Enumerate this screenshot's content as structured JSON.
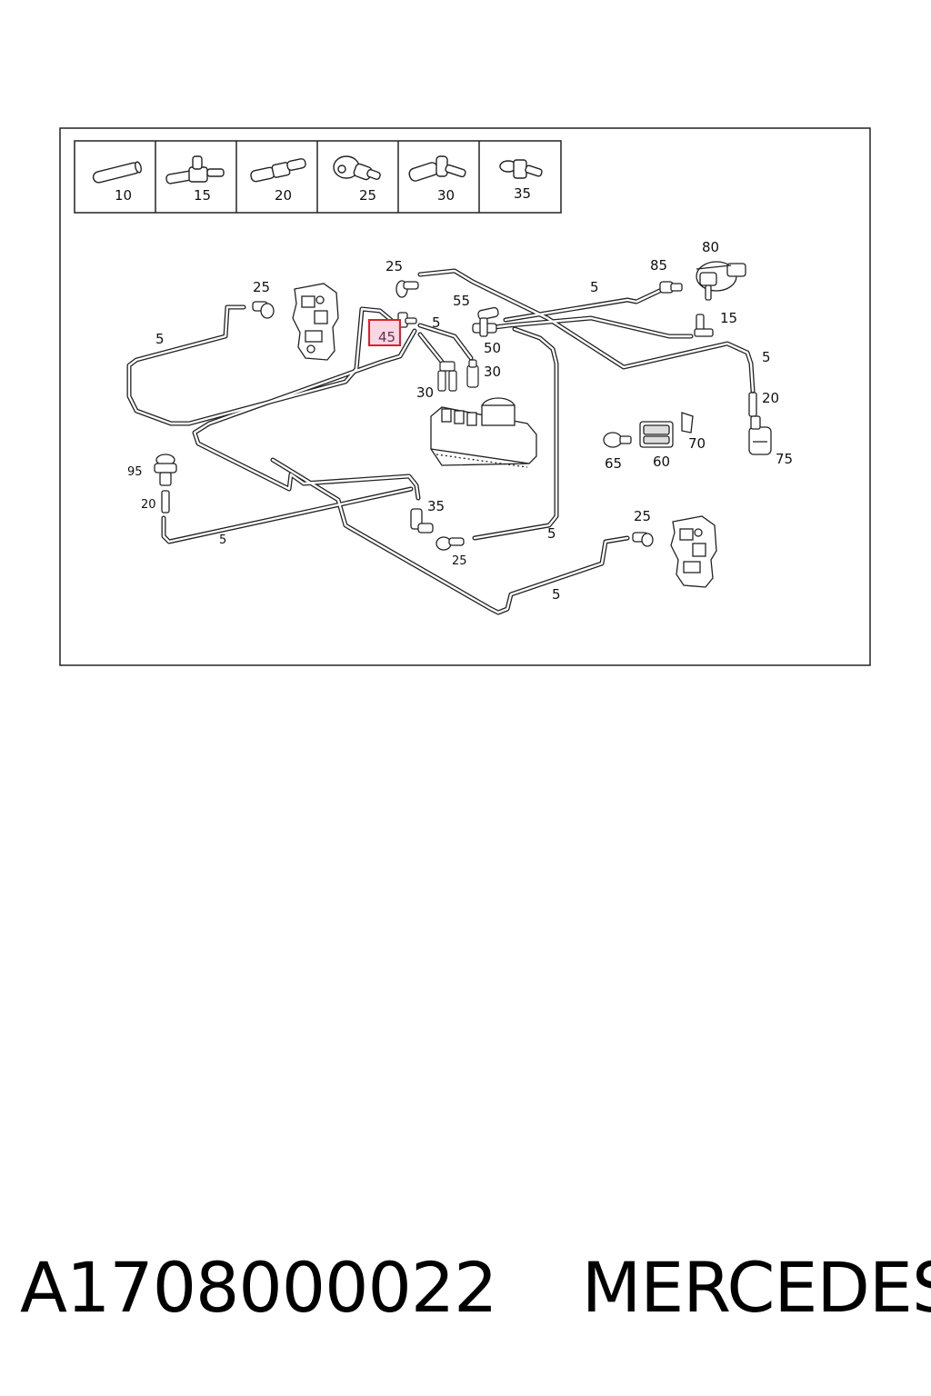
{
  "legend": [
    {
      "num": "10",
      "part": "straight-connector"
    },
    {
      "num": "15",
      "part": "tee-connector"
    },
    {
      "num": "20",
      "part": "reducer-connector"
    },
    {
      "num": "25",
      "part": "angled-connector"
    },
    {
      "num": "30",
      "part": "elbow-connector"
    },
    {
      "num": "35",
      "part": "elbow-fitting"
    }
  ],
  "callouts": {
    "c25_top": "25",
    "c55": "55",
    "c5_mid": "5",
    "c50": "50",
    "c30_a": "30",
    "c30_b": "30",
    "c25_left": "25",
    "c5_left": "5",
    "c5_top_right": "5",
    "c85": "85",
    "c80": "80",
    "c15": "15",
    "c5_right": "5",
    "c20_right": "20",
    "c75": "75",
    "c65": "65",
    "c60": "60",
    "c70": "70",
    "c95": "95",
    "c20_left": "20",
    "c5_bottom_left": "5",
    "c35": "35",
    "c25_bottom": "25",
    "c5_bottom_mid": "5",
    "c25_bottom_right": "25",
    "c5_bottom_right": "5"
  },
  "highlight": {
    "num": "45",
    "border_color": "#e0202a",
    "fill_color": "#f7d8e0"
  },
  "caption": {
    "part_number": "A1708000022",
    "brand": "MERCEDES"
  }
}
